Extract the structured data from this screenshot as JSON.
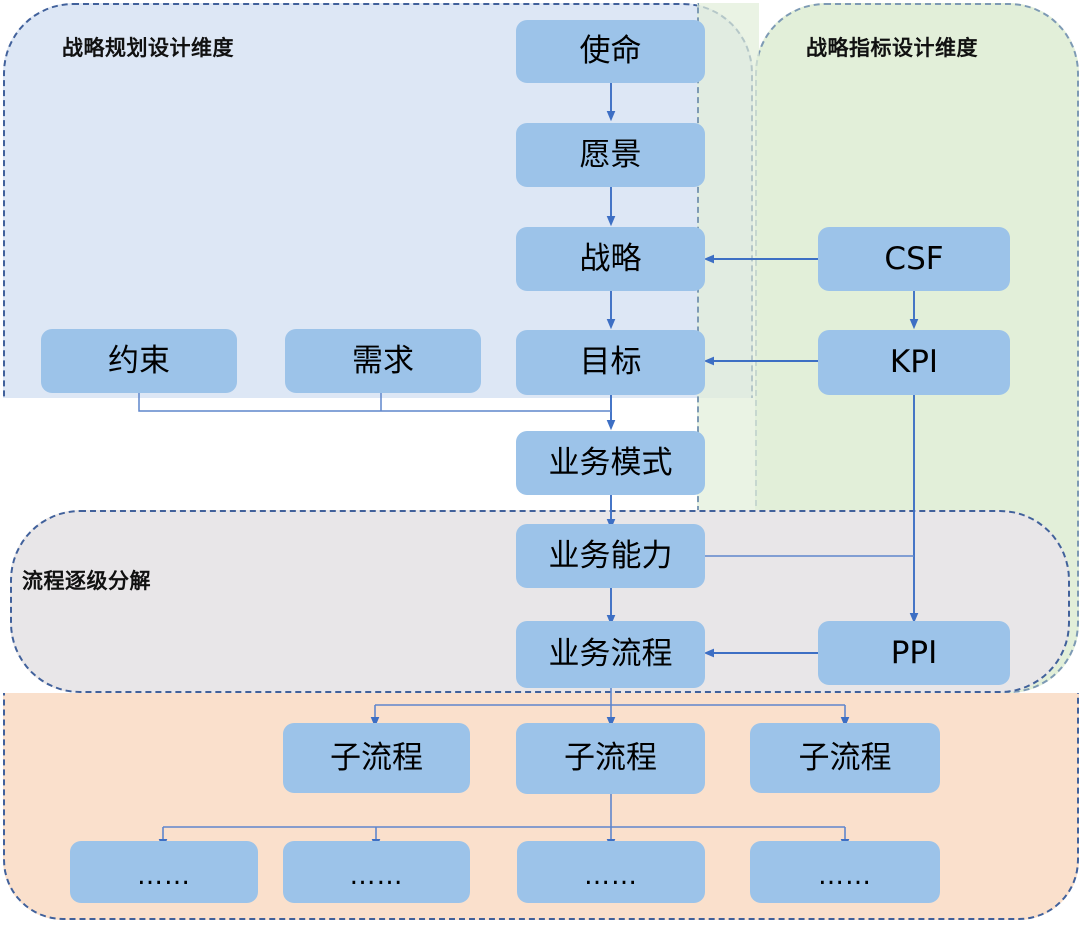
{
  "diagram": {
    "title_visible": false,
    "regions": [
      {
        "id": "strategy-planning",
        "label": "战略规划设计维度",
        "fill": "#dde7f5",
        "border": "#41619b"
      },
      {
        "id": "strategy-metrics",
        "label": "战略指标设计维度",
        "fill": "#e2efd9",
        "border": "#7d9ab4"
      },
      {
        "id": "process-decomp",
        "label": "流程逐级分解",
        "fill": "#e8e6e8",
        "border": "#41619b"
      },
      {
        "id": "process-tiers",
        "label": "",
        "fill": "#fae0cc",
        "border": "#41619b"
      }
    ],
    "node_fill": "#9cc3e9",
    "connector_color": "#3d6fc4",
    "connector_color_light": "#7f9fd6",
    "nodes": {
      "mission": "使命",
      "vision": "愿景",
      "strategy": "战略",
      "objective": "目标",
      "constraint": "约束",
      "requirement": "需求",
      "business_model": "业务模式",
      "business_capability": "业务能力",
      "business_process": "业务流程",
      "csf": "CSF",
      "kpi": "KPI",
      "ppi": "PPI",
      "subprocess_1": "子流程",
      "subprocess_2": "子流程",
      "subprocess_3": "子流程",
      "leaf_1": "……",
      "leaf_2": "……",
      "leaf_3": "……",
      "leaf_4": "……"
    },
    "edges": [
      {
        "from": "mission",
        "to": "vision"
      },
      {
        "from": "vision",
        "to": "strategy"
      },
      {
        "from": "strategy",
        "to": "objective"
      },
      {
        "from": "objective",
        "to": "business_model"
      },
      {
        "from": "business_model",
        "to": "business_capability"
      },
      {
        "from": "business_capability",
        "to": "business_process"
      },
      {
        "from": "csf",
        "to": "strategy"
      },
      {
        "from": "kpi",
        "to": "objective"
      },
      {
        "from": "csf",
        "to": "kpi"
      },
      {
        "from": "kpi",
        "to": "ppi"
      },
      {
        "from": "business_capability",
        "to": "ppi"
      },
      {
        "from": "ppi",
        "to": "business_process"
      },
      {
        "from": "constraint",
        "to": "business_model"
      },
      {
        "from": "requirement",
        "to": "business_model"
      },
      {
        "from": "business_process",
        "to": "subprocess_1"
      },
      {
        "from": "business_process",
        "to": "subprocess_2"
      },
      {
        "from": "business_process",
        "to": "subprocess_3"
      },
      {
        "from": "subprocess_2",
        "to": "leaf_1"
      },
      {
        "from": "subprocess_2",
        "to": "leaf_2"
      },
      {
        "from": "subprocess_2",
        "to": "leaf_3"
      },
      {
        "from": "subprocess_2",
        "to": "leaf_4"
      }
    ]
  }
}
